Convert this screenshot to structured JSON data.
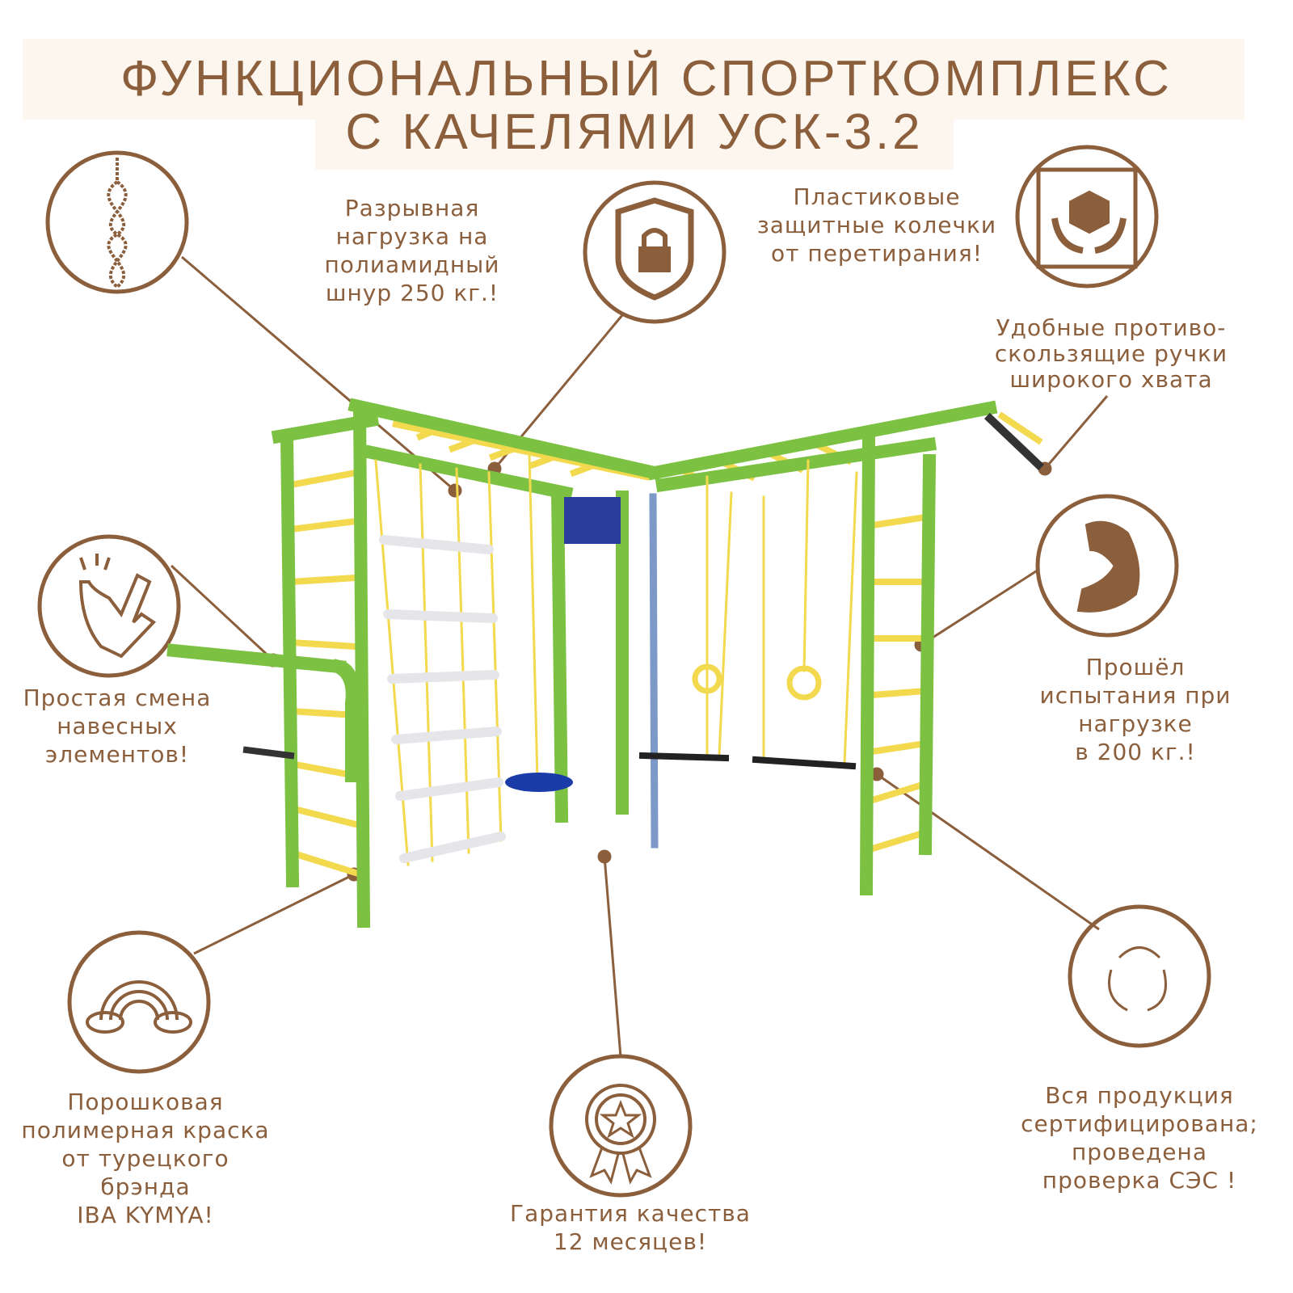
{
  "title": {
    "line1": "ФУНКЦИОНАЛЬНЫЙ СПОРТКОМПЛЕКС",
    "line2": "С КАЧЕЛЯМИ УСК-3.2"
  },
  "features": {
    "rope": "Разрывная\nнагрузка на\nполиамидный\nшнур 250 кг.!",
    "rings": "Пластиковые\nзащитные колечки\nот перетирания!",
    "handles": "Удобные противо-\nскользящие ручки\nширокого хвата",
    "mount": "Простая смена\nнавесных\nэлементов!",
    "tested": "Прошёл\nиспытания при\nнагрузке\nв 200 кг.!",
    "paint": "Порошковая\nполимерная краска\nот турецкого\nбрэнда\nIBA KYMYA!",
    "warranty": "Гарантия качества\n12 месяцев!",
    "certified": "Вся продукция\nсертифицирована;\nпроведена\nпроверка СЭС !"
  },
  "colors": {
    "accent": "#8b5e3c",
    "banner": "#fdf6ee",
    "frame": "#7cc142",
    "bars": "#f2d94e"
  }
}
